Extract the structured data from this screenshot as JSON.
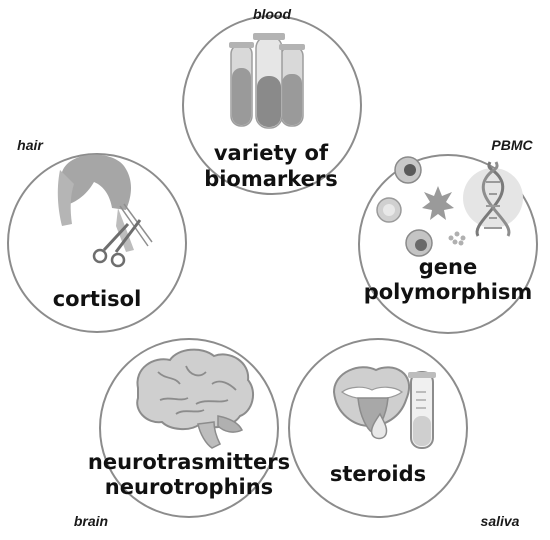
{
  "diagram": {
    "sources": {
      "blood": "blood",
      "hair": "hair",
      "pbmc": "PBMC",
      "brain": "brain",
      "saliva": "saliva"
    },
    "markers": {
      "blood_line1": "variety of",
      "blood_line2": "biomarkers",
      "hair": "cortisol",
      "pbmc_line1": "gene",
      "pbmc_line2": "polymorphism",
      "brain_line1": "neurotrasmitters",
      "brain_line2": "neurotrophins",
      "saliva": "steroids"
    },
    "icons": {
      "blood": "test-tubes-icon",
      "hair": "hair-cutting-icon",
      "pbmc": "blood-cells-dna-icon",
      "brain": "brain-icon",
      "saliva": "mouth-saliva-tube-icon"
    }
  }
}
